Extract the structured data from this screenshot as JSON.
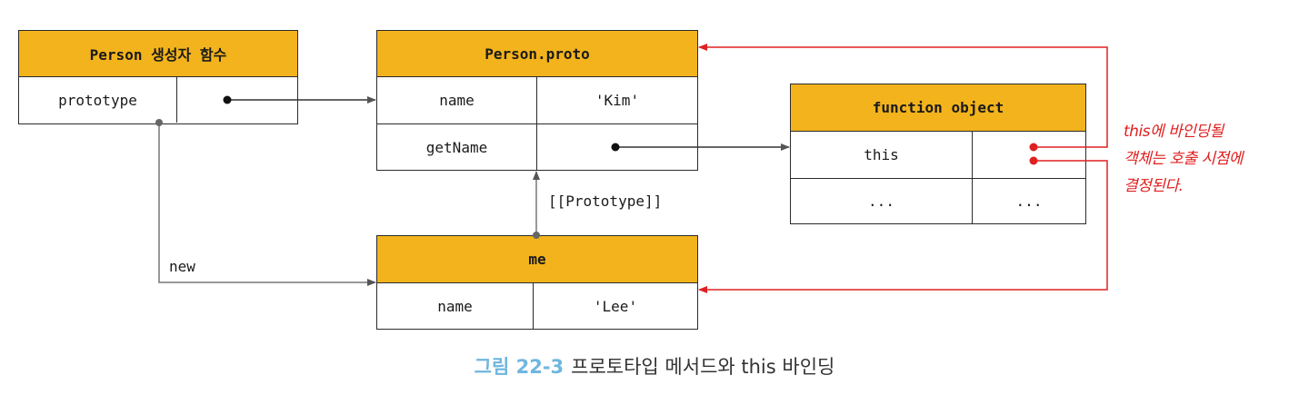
{
  "constructor_box": {
    "title": "Person 생성자 함수",
    "row_key": "prototype"
  },
  "proto_box": {
    "title": "Person.proto",
    "rows": [
      {
        "key": "name",
        "value": "'Kim'"
      },
      {
        "key": "getName",
        "value": ""
      }
    ]
  },
  "function_box": {
    "title": "function object",
    "rows": [
      {
        "key": "this",
        "value": ""
      },
      {
        "key": "...",
        "value": "..."
      }
    ]
  },
  "instance_box": {
    "title": "me",
    "rows": [
      {
        "key": "name",
        "value": "'Lee'"
      }
    ]
  },
  "labels": {
    "prototype_link": "[[Prototype]]",
    "new": "new"
  },
  "annotation": {
    "line1": "this에 바인딩될",
    "line2": "객체는 호출 시점에",
    "line3": "결정된다."
  },
  "caption": {
    "figure": "그림 22-3",
    "text": "프로토타입 메서드와 this 바인딩"
  },
  "colors": {
    "header": "#f2b31c",
    "annotation": "#e02020",
    "connector": "#555555",
    "caption_figure": "#6fb6df"
  }
}
